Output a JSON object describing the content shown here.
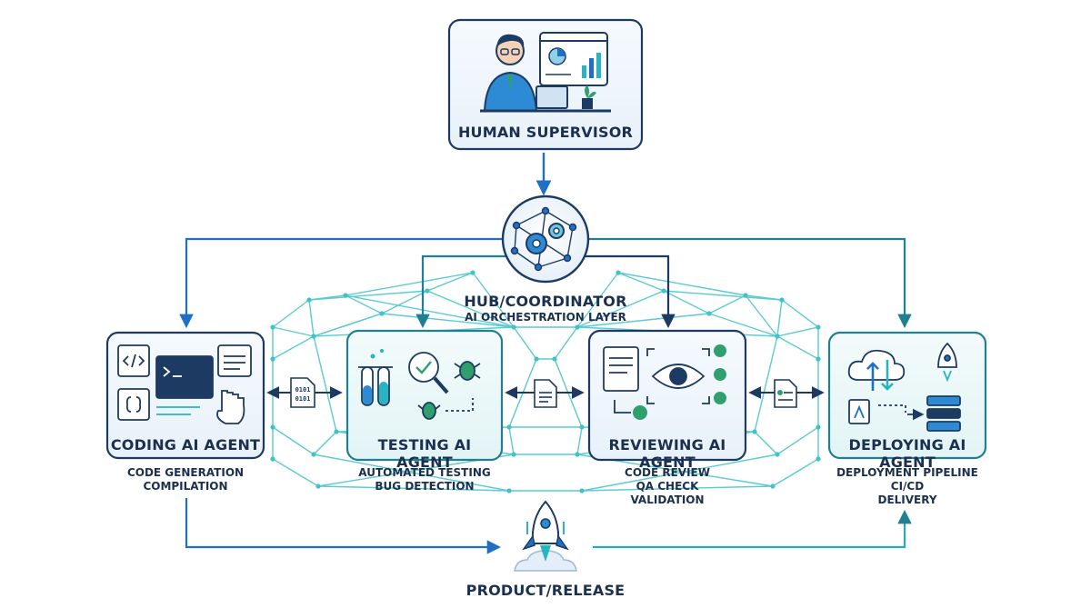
{
  "supervisor": {
    "title": "HUMAN SUPERVISOR"
  },
  "hub": {
    "title": "HUB/COORDINATOR",
    "subtitle": "AI ORCHESTRATION LAYER"
  },
  "agents": [
    {
      "title": "CODING AI AGENT",
      "lines": [
        "CODE GENERATION",
        "COMPILATION"
      ]
    },
    {
      "title": "TESTING AI AGENT",
      "lines": [
        "AUTOMATED TESTING",
        "BUG DETECTION"
      ]
    },
    {
      "title": "REVIEWING AI AGENT",
      "lines": [
        "CODE REVIEW",
        "QA CHECK",
        "VALIDATION"
      ]
    },
    {
      "title": "DEPLOYING AI AGENT",
      "lines": [
        "DEPLOYMENT PIPELINE",
        "CI/CD",
        "DELIVERY"
      ]
    }
  ],
  "release": {
    "title": "PRODUCT/RELEASE"
  },
  "binary_glyph": [
    "0101",
    "0101"
  ],
  "colors": {
    "navy": "#1d3a63",
    "blue": "#1f6fc4",
    "teal": "#2ab3c0",
    "mesh": "#3fc2c9",
    "panel_fill": "#eef5fb",
    "accent_green": "#2fa06d"
  },
  "icons": {
    "supervisor": "person-at-laptop-icon",
    "hub": "network-gears-icon",
    "coding": "code-editor-icon",
    "testing": "test-tubes-magnifier-bug-icon",
    "reviewing": "eye-checklist-icon",
    "deploying": "cloud-rocket-server-icon",
    "release": "rocket-launch-icon"
  }
}
